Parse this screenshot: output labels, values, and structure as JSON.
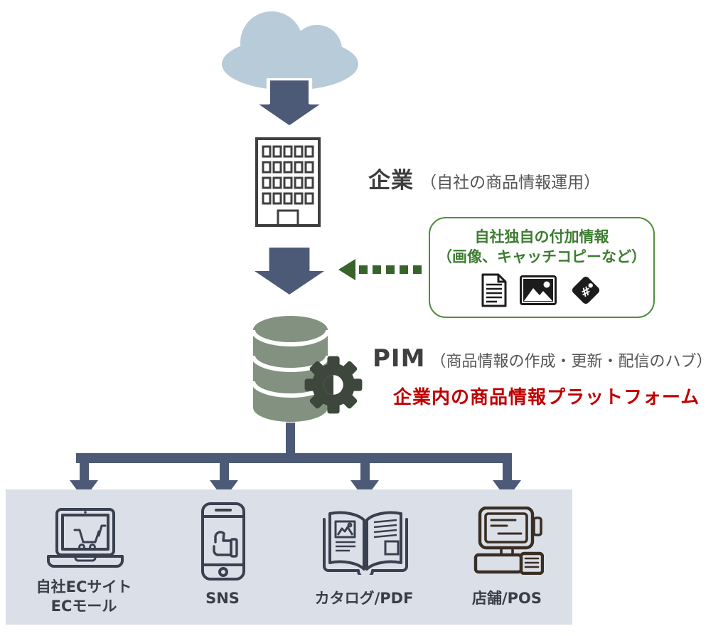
{
  "company": {
    "name": "企業",
    "note": "（自社の商品情報運用）"
  },
  "addon_box": {
    "line1": "自社独自の付加情報",
    "line2": "（画像、キャッチコピーなど）",
    "icons": [
      "document-icon",
      "image-icon",
      "price-tag-icon"
    ]
  },
  "pim": {
    "name": "PIM",
    "note": "（商品情報の作成・更新・配信のハブ）",
    "highlight": "企業内の商品情報プラットフォーム"
  },
  "channels": [
    {
      "label": "自社ECサイト\nECモール",
      "icon": "laptop-ec-icon"
    },
    {
      "label": "SNS",
      "icon": "smartphone-sns-icon"
    },
    {
      "label": "カタログ/PDF",
      "icon": "catalog-book-icon"
    },
    {
      "label": "店舗/POS",
      "icon": "pos-register-icon"
    }
  ],
  "colors": {
    "cloud": "#b7ccd8",
    "arrow_blue": "#4d5a77",
    "green_border": "#4f8f3e",
    "green_text": "#3e7d31",
    "green_arrow": "#38632a",
    "database": "#839180",
    "gear": "#3d473c",
    "highlight_red": "#c00000",
    "panel_gray": "#dbdfe8",
    "icon_stroke": "#39404f"
  }
}
